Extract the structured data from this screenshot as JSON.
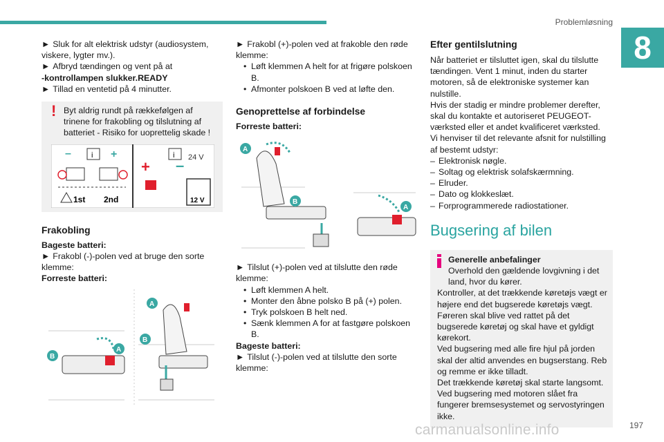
{
  "header": {
    "section_title": "Problemløsning",
    "chapter": "8"
  },
  "footer": {
    "page_number": "197",
    "watermark": "carmanualsonline.info"
  },
  "col1": {
    "intro": [
      "Sluk for alt elektrisk udstyr (audiosystem, viskere, lygter mv.).",
      "Afbryd tændingen og vent på at",
      "-kontrollampen slukker.READY",
      "Tillad en ventetid på 4 minutter."
    ],
    "warning": "Byt aldrig rundt på rækkefølgen af trinene for frakobling og tilslutning af batteriet - Risiko for uoprettelig skade !",
    "figure": {
      "label_1st": "1st",
      "label_2nd": "2nd",
      "label_24v": "24 V",
      "label_12v": "12 V",
      "label_i": "i"
    },
    "frakobling_title": "Frakobling",
    "bageste_title": "Bageste batteri:",
    "bageste_step": "Frakobl (-)-polen ved at bruge den sorte klemme:",
    "forreste_title": "Forreste batteri:",
    "labels": {
      "a": "A",
      "b": "B"
    }
  },
  "col2": {
    "step1": "Frakobl (+)-polen ved at frakoble den røde klemme:",
    "step1_bullets": [
      "Løft klemmen A helt for at frigøre polskoen B.",
      "Afmonter polskoen B ved at løfte den."
    ],
    "genopret_title": "Genoprettelse af forbindelse",
    "forreste_title": "Forreste batteri:",
    "step2": "Tilslut (+)-polen ved at tilslutte den røde klemme:",
    "step2_bullets": [
      "Løft klemmen A helt.",
      "Monter den åbne polsko B på (+) polen.",
      "Tryk polskoen B helt ned.",
      "Sænk klemmen A for at fastgøre polskoen B."
    ],
    "bageste_title": "Bageste batteri:",
    "step3": "Tilslut (-)-polen ved at tilslutte den sorte klemme:"
  },
  "col3": {
    "efter_title": "Efter gentilslutning",
    "efter_text": [
      "Når batteriet er tilsluttet igen, skal du tilslutte tændingen. Vent 1 minut, inden du starter motoren, så de elektroniske systemer kan nulstille.",
      "Hvis der stadig er mindre problemer derefter, skal du kontakte et autoriseret PEUGEOT-værksted eller et andet kvalificeret værksted.",
      "Vi henviser til det relevante afsnit for nulstilling af bestemt udstyr:"
    ],
    "equipment": [
      "Elektronisk nøgle.",
      "Soltag og elektrisk solafskærmning.",
      "Elruder.",
      "Dato og klokkeslæt.",
      "Forprogrammerede radiostationer."
    ],
    "bugsering_title": "Bugsering af bilen",
    "info_title": "Generelle anbefalinger",
    "info_text": [
      "Overhold den gældende lovgivning i det land, hvor du kører.",
      "Kontroller, at det trækkende køretøjs vægt er højere end det bugserede køretøjs vægt.",
      "Føreren skal blive ved rattet på det bugserede køretøj og skal have et gyldigt kørekort.",
      "Ved bugsering med alle fire hjul på jorden skal der altid anvendes en bugserstang. Reb og remme er ikke tilladt.",
      "Det trækkende køretøj skal starte langsomt.",
      "Ved bugsering med motoren slået fra fungerer bremsesystemet og servostyringen ikke."
    ]
  },
  "colors": {
    "accent": "#3aa8a3",
    "warning": "#e01f2d",
    "info": "#e6007e",
    "box": "#f0f0f0"
  }
}
